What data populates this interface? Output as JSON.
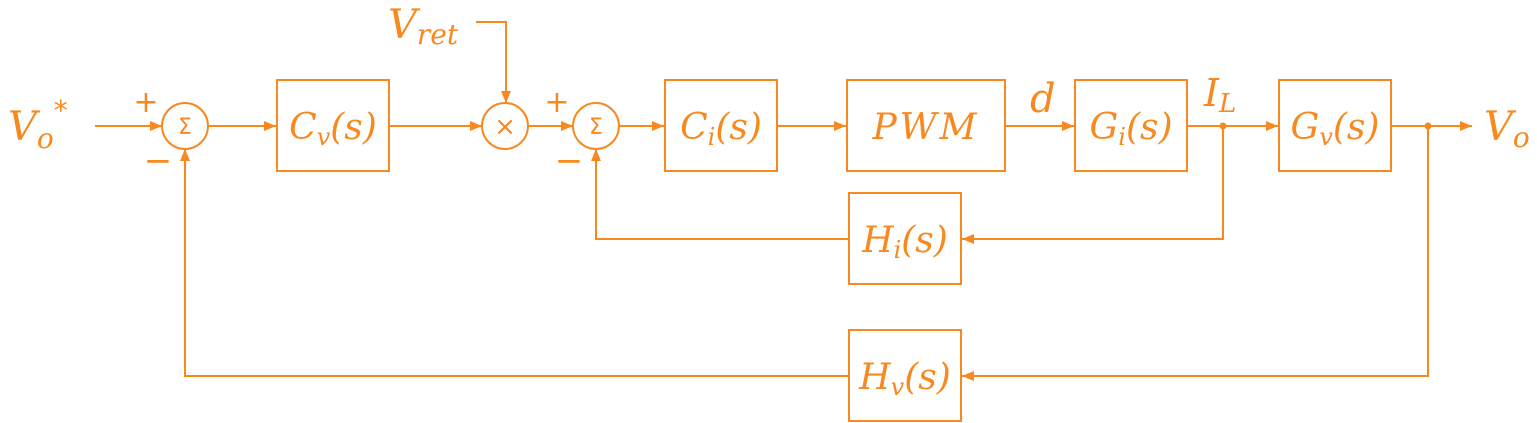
{
  "accent": "#F7891F",
  "labels": {
    "input": "V",
    "input_sub": "o",
    "input_sup": "*",
    "vref": "V",
    "vref_sub": "ret",
    "output": "V",
    "output_sub": "o",
    "duty": "d",
    "current": "I",
    "current_sub": "L"
  },
  "summers": {
    "outer": {
      "symbol": "Σ",
      "plus": "+",
      "minus": "−"
    },
    "inner": {
      "symbol": "Σ",
      "plus": "+",
      "minus": "−"
    }
  },
  "multiplier": {
    "symbol": "×"
  },
  "blocks": {
    "cv": {
      "main": "C",
      "sub": "v",
      "arg": "(s)"
    },
    "ci": {
      "main": "C",
      "sub": "i",
      "arg": "(s)"
    },
    "pwm": {
      "main": "PWM"
    },
    "gi": {
      "main": "G",
      "sub": "i",
      "arg": "(s)"
    },
    "gv": {
      "main": "G",
      "sub": "v",
      "arg": "(s)"
    },
    "hi": {
      "main": "H",
      "sub": "i",
      "arg": "(s)"
    },
    "hv": {
      "main": "H",
      "sub": "v",
      "arg": "(s)"
    }
  }
}
